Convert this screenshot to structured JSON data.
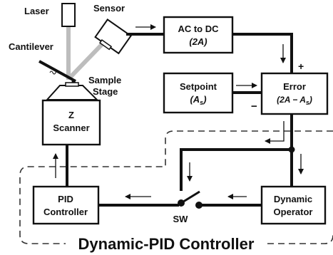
{
  "labels": {
    "laser": "Laser",
    "sensor": "Sensor",
    "cantilever": "Cantilever",
    "sample_stage_line1": "Sample",
    "sample_stage_line2": "Stage",
    "plus": "+",
    "minus": "−",
    "sw": "SW"
  },
  "blocks": {
    "ac_to_dc": {
      "line1": "AC to DC",
      "line2": "(2A)"
    },
    "setpoint": {
      "line1": "Setpoint",
      "line2": "(A",
      "line2_sub": "s",
      "line2_end": ")"
    },
    "error": {
      "line1": "Error",
      "line2": "(2A − A",
      "line2_sub": "s",
      "line2_end": ")"
    },
    "z_scanner": {
      "line1": "Z",
      "line2": "Scanner"
    },
    "pid_controller": {
      "line1": "PID",
      "line2": "Controller"
    },
    "dynamic_operator": {
      "line1": "Dynamic",
      "line2": "Operator"
    }
  },
  "caption": "Dynamic-PID Controller",
  "colors": {
    "line": "#111111",
    "beam": "#b9b9b9",
    "dashed": "#333333"
  }
}
